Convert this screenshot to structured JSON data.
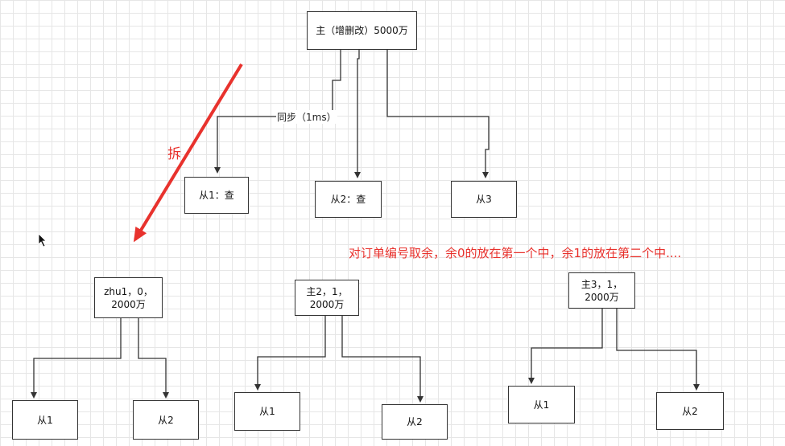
{
  "top": {
    "master": "主（增删改）5000万",
    "sync_label": "同步（1ms）",
    "slave1": "从1：查",
    "slave2": "从2：查",
    "slave3": "从3"
  },
  "split_label": "拆",
  "note": "对订单编号取余，余0的放在第一个中，余1的放在第二个中....",
  "shards": [
    {
      "master": "zhu1，0，\n2000万",
      "slave1": "从1",
      "slave2": "从2"
    },
    {
      "master": "主2，1，\n2000万",
      "slave1": "从1",
      "slave2": "从2"
    },
    {
      "master": "主3，1，\n2000万",
      "slave1": "从1",
      "slave2": "从2"
    }
  ],
  "colors": {
    "accent_red": "#e8322d",
    "line": "#333333"
  }
}
